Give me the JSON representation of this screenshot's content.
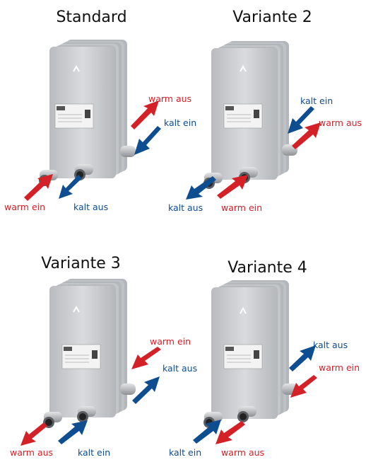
{
  "colors": {
    "warm": "#d42027",
    "kalt": "#0e4d8f",
    "plate": "#c9cbce",
    "plate_dark": "#a8abaf"
  },
  "panels": [
    {
      "title": "Standard",
      "labels": {
        "a": "warm aus",
        "b": "kalt ein",
        "c": "warm ein",
        "d": "kalt aus"
      }
    },
    {
      "title": "Variante 2",
      "labels": {
        "a": "kalt ein",
        "b": "warm aus",
        "c": "kalt aus",
        "d": "warm ein"
      }
    },
    {
      "title": "Variante 3",
      "labels": {
        "a": "warm ein",
        "b": "kalt aus",
        "c": "warm aus",
        "d": "kalt ein"
      }
    },
    {
      "title": "Variante 4",
      "labels": {
        "a": "kalt aus",
        "b": "warm ein",
        "c": "kalt ein",
        "d": "warm aus"
      }
    }
  ]
}
